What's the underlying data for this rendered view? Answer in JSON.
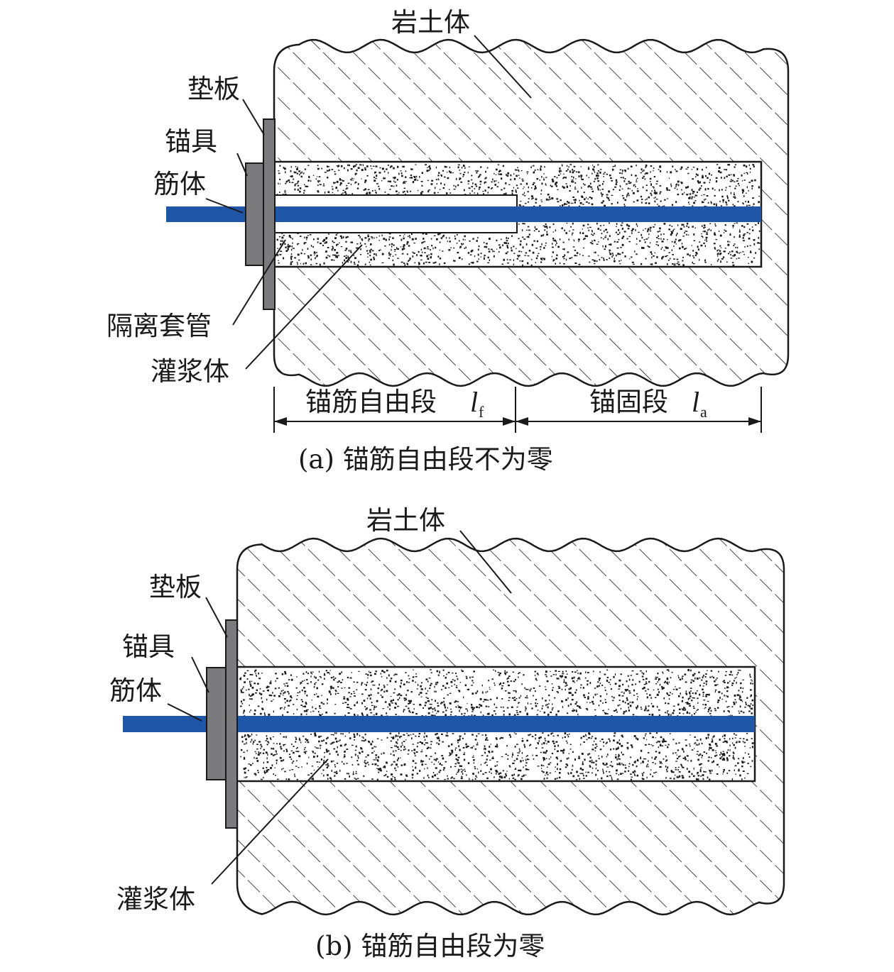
{
  "panel_a": {
    "labels": {
      "soil": "岩土体",
      "plate": "垫板",
      "anchorage": "锚具",
      "tendon": "筋体",
      "sleeve": "隔离套管",
      "grout": "灌浆体"
    },
    "dimensions": {
      "free_length_label": "锚筋自由段",
      "free_length_symbol": "l",
      "free_length_subscript": "f",
      "anchor_length_label": "锚固段",
      "anchor_length_symbol": "l",
      "anchor_length_subscript": "a"
    },
    "caption": "(a) 锚筋自由段不为零"
  },
  "panel_b": {
    "labels": {
      "soil": "岩土体",
      "plate": "垫板",
      "anchorage": "锚具",
      "tendon": "筋体",
      "grout": "灌浆体"
    },
    "caption": "(b) 锚筋自由段为零"
  },
  "colors": {
    "tendon": "#1f56a8",
    "plate": "#7b7b7d",
    "line": "#1a1a1a",
    "background": "#ffffff"
  }
}
